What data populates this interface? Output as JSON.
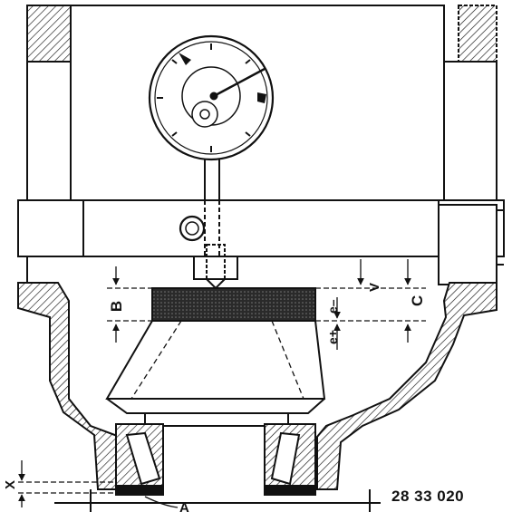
{
  "figure": {
    "reference_number": "28 33 020",
    "labels": {
      "B": "B",
      "C": "C",
      "V": "V",
      "X": "X",
      "A": "A",
      "e_minus": "e–",
      "e_plus": "e+"
    }
  },
  "colors": {
    "ink": "#111111",
    "paper": "#ffffff",
    "disc": "#2a2a2a"
  }
}
